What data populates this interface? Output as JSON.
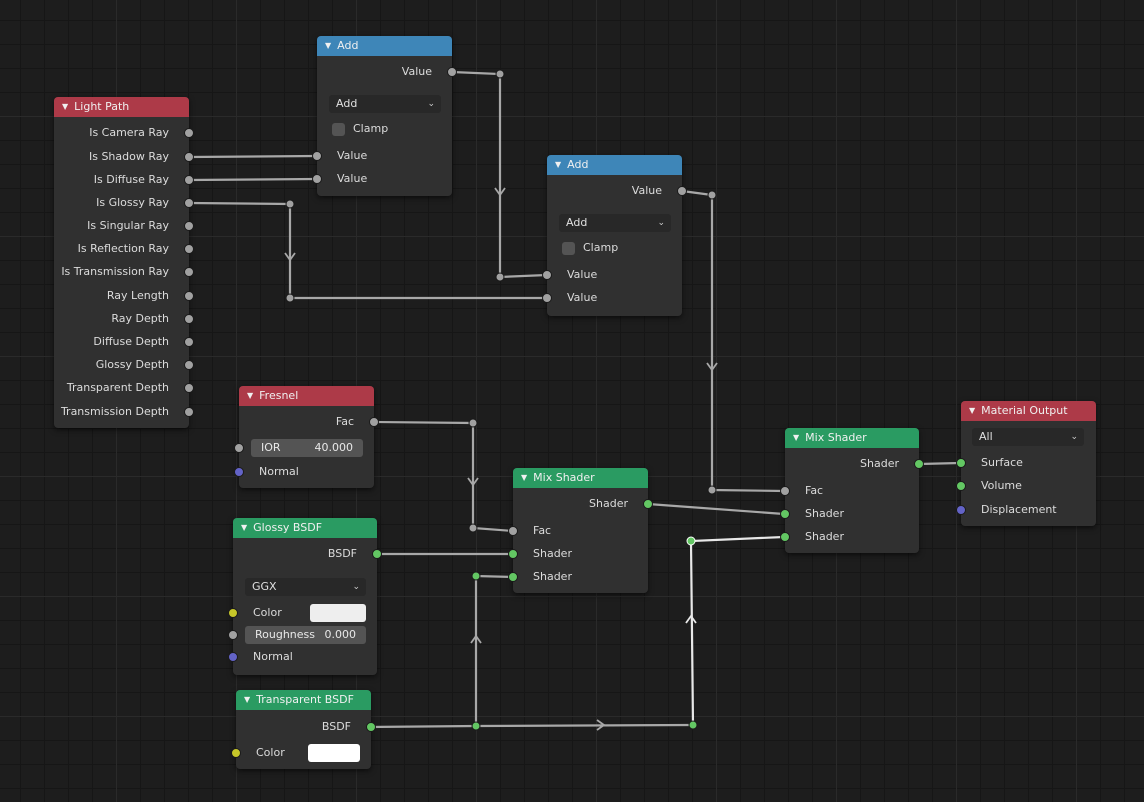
{
  "nodes": {
    "light_path": {
      "title": "Light Path",
      "outputs": [
        "Is Camera Ray",
        "Is Shadow Ray",
        "Is Diffuse Ray",
        "Is Glossy Ray",
        "Is Singular Ray",
        "Is Reflection Ray",
        "Is Transmission Ray",
        "Ray Length",
        "Ray Depth",
        "Diffuse Depth",
        "Glossy Depth",
        "Transparent Depth",
        "Transmission Depth"
      ]
    },
    "add1": {
      "title": "Add",
      "output": "Value",
      "operation": "Add",
      "clamp_label": "Clamp",
      "input1": "Value",
      "input2": "Value"
    },
    "add2": {
      "title": "Add",
      "output": "Value",
      "operation": "Add",
      "clamp_label": "Clamp",
      "input1": "Value",
      "input2": "Value"
    },
    "fresnel": {
      "title": "Fresnel",
      "output": "Fac",
      "ior_label": "IOR",
      "ior_value": "40.000",
      "normal_label": "Normal"
    },
    "glossy": {
      "title": "Glossy BSDF",
      "output": "BSDF",
      "distribution": "GGX",
      "color_label": "Color",
      "color_value": "#eeeeee",
      "roughness_label": "Roughness",
      "roughness_value": "0.000",
      "normal_label": "Normal"
    },
    "transparent": {
      "title": "Transparent BSDF",
      "output": "BSDF",
      "color_label": "Color",
      "color_value": "#ffffff"
    },
    "mix1": {
      "title": "Mix Shader",
      "output": "Shader",
      "fac": "Fac",
      "shader1": "Shader",
      "shader2": "Shader"
    },
    "mix2": {
      "title": "Mix Shader",
      "output": "Shader",
      "fac": "Fac",
      "shader1": "Shader",
      "shader2": "Shader"
    },
    "output": {
      "title": "Material Output",
      "target": "All",
      "surface": "Surface",
      "volume": "Volume",
      "displacement": "Displacement"
    }
  },
  "colors": {
    "header_input": "#ad3a48",
    "header_converter": "#3e86b8",
    "header_shader": "#2a9b62",
    "socket_float": "#a1a1a1",
    "socket_shader": "#63c763",
    "socket_color": "#c7c729",
    "socket_vector": "#6363c7",
    "link": "#9a9a9a"
  }
}
